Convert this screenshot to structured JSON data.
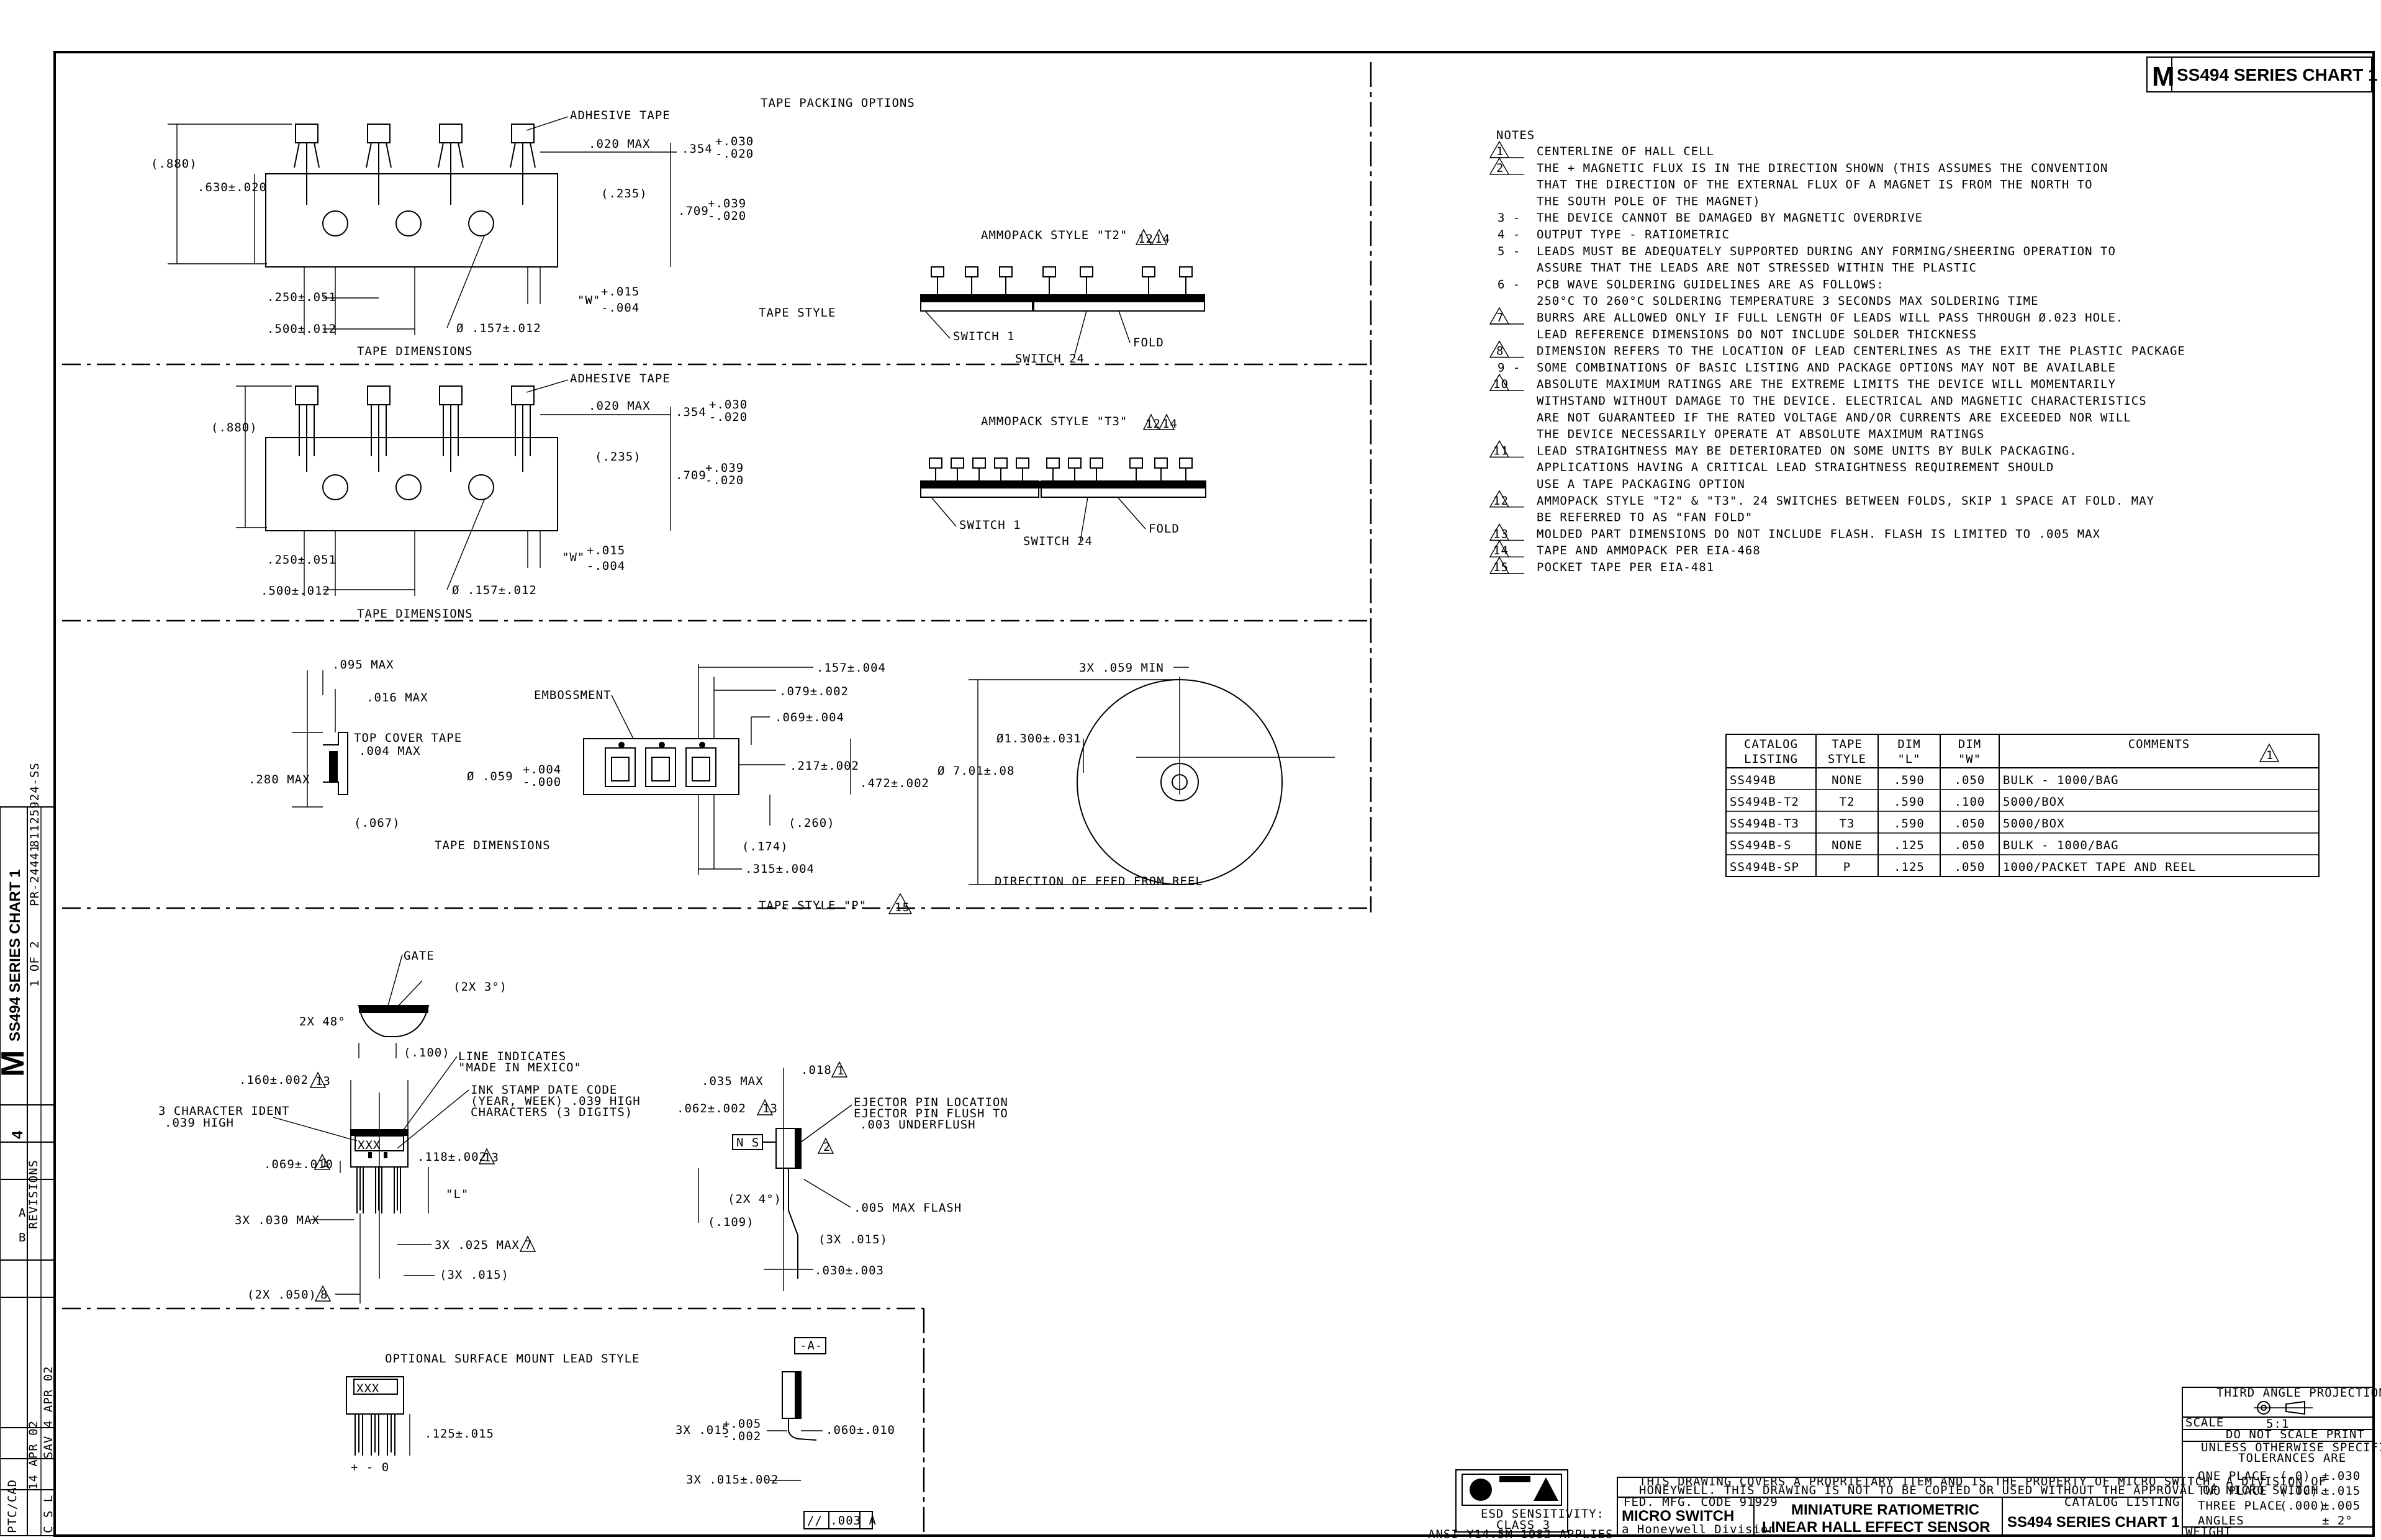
{
  "title_block": {
    "top_badge_letter": "M",
    "top_title": "SS494 SERIES CHART 1",
    "company_line1": "MICRO SWITCH",
    "company_line2": "a Honeywell Division",
    "desc_line1": "MINIATURE RATIOMETRIC",
    "desc_line2": "LINEAR HALL EFFECT SENSOR",
    "catalog_label": "CATALOG LISTING",
    "catalog_value": "SS494 SERIES CHART 1",
    "fed_code": "FED. MFG. CODE 91929",
    "proprietary_1": "THIS DRAWING COVERS A PROPRIETARY ITEM AND IS THE PROPERTY OF MICRO SWITCH, A DIVISION OF",
    "proprietary_2": "HONEYWELL. THIS DRAWING IS NOT TO BE COPIED OR USED WITHOUT THE APPROVAL OF MICRO SWITCH.",
    "esd_1": "ESD SENSITIVITY:",
    "esd_2": "CLASS 3",
    "ansi": "ANSI Y14.5M-1982 APPLIES",
    "projection": "THIRD ANGLE PROJECTION",
    "scale_label": "SCALE",
    "scale_value": "5:1",
    "no_scale": "DO NOT SCALE PRINT",
    "tol_1": "UNLESS OTHERWISE SPECIFIED",
    "tol_2": "TOLERANCES ARE",
    "tol_rows": [
      {
        "label": "ONE PLACE",
        "fmt": "(.0)",
        "tol": "±.030"
      },
      {
        "label": "TWO PLACE",
        "fmt": "(.00)",
        "tol": "±.015"
      },
      {
        "label": "THREE PLACE",
        "fmt": "(.000)",
        "tol": "±.005"
      },
      {
        "label": "ANGLES",
        "fmt": "",
        "tol": "± 2°"
      }
    ],
    "weight": "WEIGHT"
  },
  "side_strip": {
    "drawing_number": "SS494 SERIES CHART 1",
    "page": "1 OF 2",
    "release": "PR-24441",
    "replaces": "81125924-SS",
    "issue": "4",
    "rev_label": "REVISIONS",
    "rev_1": "A",
    "rev_2": "B",
    "ptc": "PTC/CAD",
    "date1": "14 APR 02",
    "date2": "4 APR 02",
    "initials1": "C S L",
    "initials2": "SAV"
  },
  "notes": {
    "heading": "NOTES",
    "items": [
      {
        "num": "1",
        "flag": true,
        "lines": [
          "CENTERLINE OF HALL CELL"
        ]
      },
      {
        "num": "2",
        "flag": true,
        "lines": [
          "THE + MAGNETIC FLUX IS IN THE DIRECTION SHOWN (THIS ASSUMES THE CONVENTION",
          "THAT THE DIRECTION OF THE EXTERNAL FLUX OF A MAGNET IS FROM THE NORTH TO",
          "THE SOUTH POLE OF THE MAGNET)"
        ]
      },
      {
        "num": "3",
        "flag": false,
        "lines": [
          "THE DEVICE CANNOT BE DAMAGED BY MAGNETIC OVERDRIVE"
        ]
      },
      {
        "num": "4",
        "flag": false,
        "lines": [
          "OUTPUT TYPE - RATIOMETRIC"
        ]
      },
      {
        "num": "5",
        "flag": false,
        "lines": [
          "LEADS MUST BE ADEQUATELY SUPPORTED DURING ANY FORMING/SHEERING OPERATION TO",
          "ASSURE THAT THE LEADS ARE NOT STRESSED WITHIN THE PLASTIC"
        ]
      },
      {
        "num": "6",
        "flag": false,
        "lines": [
          "PCB WAVE SOLDERING GUIDELINES ARE AS FOLLOWS:",
          "250°C TO 260°C SOLDERING TEMPERATURE 3 SECONDS MAX SOLDERING TIME"
        ]
      },
      {
        "num": "7",
        "flag": true,
        "lines": [
          "BURRS ARE ALLOWED ONLY IF FULL LENGTH OF LEADS WILL PASS THROUGH Ø.023 HOLE.",
          "LEAD REFERENCE DIMENSIONS DO NOT INCLUDE SOLDER THICKNESS"
        ]
      },
      {
        "num": "8",
        "flag": true,
        "lines": [
          "DIMENSION REFERS TO THE LOCATION OF LEAD CENTERLINES AS THE EXIT THE PLASTIC PACKAGE"
        ]
      },
      {
        "num": "9",
        "flag": false,
        "lines": [
          "SOME COMBINATIONS OF BASIC LISTING AND PACKAGE OPTIONS MAY NOT BE AVAILABLE"
        ]
      },
      {
        "num": "10",
        "flag": true,
        "lines": [
          "ABSOLUTE MAXIMUM RATINGS ARE THE EXTREME LIMITS THE DEVICE WILL MOMENTARILY",
          "WITHSTAND WITHOUT DAMAGE TO THE DEVICE.  ELECTRICAL AND MAGNETIC CHARACTERISTICS",
          "ARE NOT GUARANTEED IF THE RATED VOLTAGE AND/OR CURRENTS ARE EXCEEDED NOR WILL",
          "THE DEVICE NECESSARILY OPERATE AT ABSOLUTE MAXIMUM RATINGS"
        ]
      },
      {
        "num": "11",
        "flag": true,
        "lines": [
          "LEAD STRAIGHTNESS MAY BE DETERIORATED ON SOME UNITS BY BULK PACKAGING.",
          "APPLICATIONS HAVING A CRITICAL LEAD STRAIGHTNESS REQUIREMENT SHOULD",
          "USE A TAPE PACKAGING OPTION"
        ]
      },
      {
        "num": "12",
        "flag": true,
        "lines": [
          "AMMOPACK STYLE \"T2\" & \"T3\".  24 SWITCHES BETWEEN FOLDS, SKIP 1 SPACE AT FOLD.  MAY",
          "BE REFERRED TO AS \"FAN FOLD\""
        ]
      },
      {
        "num": "13",
        "flag": true,
        "lines": [
          "MOLDED PART DIMENSIONS DO NOT INCLUDE FLASH.  FLASH IS LIMITED TO .005 MAX"
        ]
      },
      {
        "num": "14",
        "flag": true,
        "lines": [
          "TAPE AND AMMOPACK PER EIA-468"
        ]
      },
      {
        "num": "15",
        "flag": true,
        "lines": [
          "POCKET TAPE PER EIA-481"
        ]
      }
    ]
  },
  "catalog_table": {
    "headers": [
      [
        "CATALOG",
        "LISTING"
      ],
      [
        "TAPE",
        "STYLE"
      ],
      [
        "DIM",
        "\"L\""
      ],
      [
        "DIM",
        "\"W\""
      ],
      [
        "COMMENTS",
        ""
      ]
    ],
    "comment_flag": "1",
    "rows": [
      [
        "SS494B",
        "NONE",
        ".590",
        ".050",
        "BULK - 1000/BAG"
      ],
      [
        "SS494B-T2",
        "T2",
        ".590",
        ".100",
        "5000/BOX"
      ],
      [
        "SS494B-T3",
        "T3",
        ".590",
        ".050",
        "5000/BOX"
      ],
      [
        "SS494B-S",
        "NONE",
        ".125",
        ".050",
        "BULK - 1000/BAG"
      ],
      [
        "SS494B-SP",
        "P",
        ".125",
        ".050",
        "1000/PACKET TAPE AND REEL"
      ]
    ]
  },
  "drawing": {
    "tape_packing_options": "TAPE PACKING OPTIONS",
    "tape_style": "TAPE STYLE",
    "tape_dimensions": "TAPE DIMENSIONS",
    "adhesive_tape": "ADHESIVE TAPE",
    "d_880": "(.880)",
    "d_630": ".630±.020",
    "d_020max": ".020 MAX",
    "d_354": ".354",
    "d_354tol_p": "+.030",
    "d_354tol_m": "-.020",
    "d_235": "(.235)",
    "d_709": ".709",
    "d_709tol_p": "+.039",
    "d_709tol_m": "-.020",
    "d_250": ".250±.051",
    "d_500": ".500±.012",
    "d_W": "\"W\"",
    "d_Wtol_p": "+.015",
    "d_Wtol_m": "-.004",
    "d_157": "Ø .157±.012",
    "ammo_t2": "AMMOPACK STYLE \"T2\"",
    "ammo_t3": "AMMOPACK STYLE \"T3\"",
    "switch1": "SWITCH 1",
    "switch24": "SWITCH 24",
    "fold": "FOLD",
    "flag_12": "12",
    "flag_14": "14",
    "d_095": ".095 MAX",
    "d_016": ".016 MAX",
    "top_cover": "TOP COVER TAPE",
    "top_cover2": ".004 MAX",
    "d_280": ".280 MAX",
    "d_067": "(.067)",
    "embossment": "EMBOSSMENT",
    "d_059": "Ø .059",
    "d_059p": "+.004",
    "d_059m": "-.000",
    "d_157b": ".157±.004",
    "d_079": ".079±.002",
    "d_069": ".069±.004",
    "d_217": ".217±.002",
    "d_472": ".472±.002",
    "d_260": "(.260)",
    "d_174": "(.174)",
    "d_315": ".315±.004",
    "tape_style_p": "TAPE STYLE \"P\"",
    "flag_15": "15",
    "d_3x059": "3X .059 MIN",
    "d_1300": "Ø1.300±.031",
    "d_701": "Ø 7.01±.08",
    "feed_dir": "DIRECTION OF FEED FROM REEL",
    "gate": "GATE",
    "d_2x3": "(2X 3°)",
    "d_2x48": "2X 48°",
    "d_100": "(.100)",
    "line_ind1": "LINE INDICATES",
    "line_ind2": "\"MADE IN MEXICO\"",
    "ink1": "INK STAMP DATE CODE",
    "ink2": "(YEAR, WEEK) .039 HIGH",
    "ink3": "CHARACTERS (3 DIGITS)",
    "d_160": ".160±.002",
    "char_ident1": "3 CHARACTER IDENT",
    "char_ident2": ".039 HIGH",
    "xxx": "XXX",
    "d_118": ".118±.002",
    "d_069b": ".069±.010",
    "d_L": "\"L\"",
    "d_3x030": "3X .030 MAX",
    "d_3x025": "3X .025 MAX",
    "d_3x015": "(3X .015)",
    "d_2x050": "(2X .050)",
    "d_035": ".035 MAX",
    "d_018": ".018",
    "d_062": ".062±.002",
    "ejector1": "EJECTOR PIN LOCATION",
    "ejector2": "EJECTOR PIN FLUSH TO",
    "ejector3": ".003 UNDERFLUSH",
    "ns": "N S",
    "d_2x4": "(2X 4°)",
    "d_109": "(.109)",
    "d_005": ".005 MAX FLASH",
    "d_3x015b": "(3X .015)",
    "d_030": ".030±.003",
    "smd_title": "OPTIONAL SURFACE MOUNT LEAD STYLE",
    "d_125": ".125±.015",
    "pins": "+  -  0",
    "datum_a": "-A-",
    "d_3x015c": "3X .015",
    "d_3x015cp": "+.005",
    "d_3x015cm": "-.002",
    "d_060": ".060±.010",
    "d_3x015d": "3X .015±.002",
    "flatness": "// .003 A",
    "flag_1": "1",
    "flag_2": "2",
    "flag_7": "7",
    "flag_8": "8",
    "flag_13": "13"
  }
}
